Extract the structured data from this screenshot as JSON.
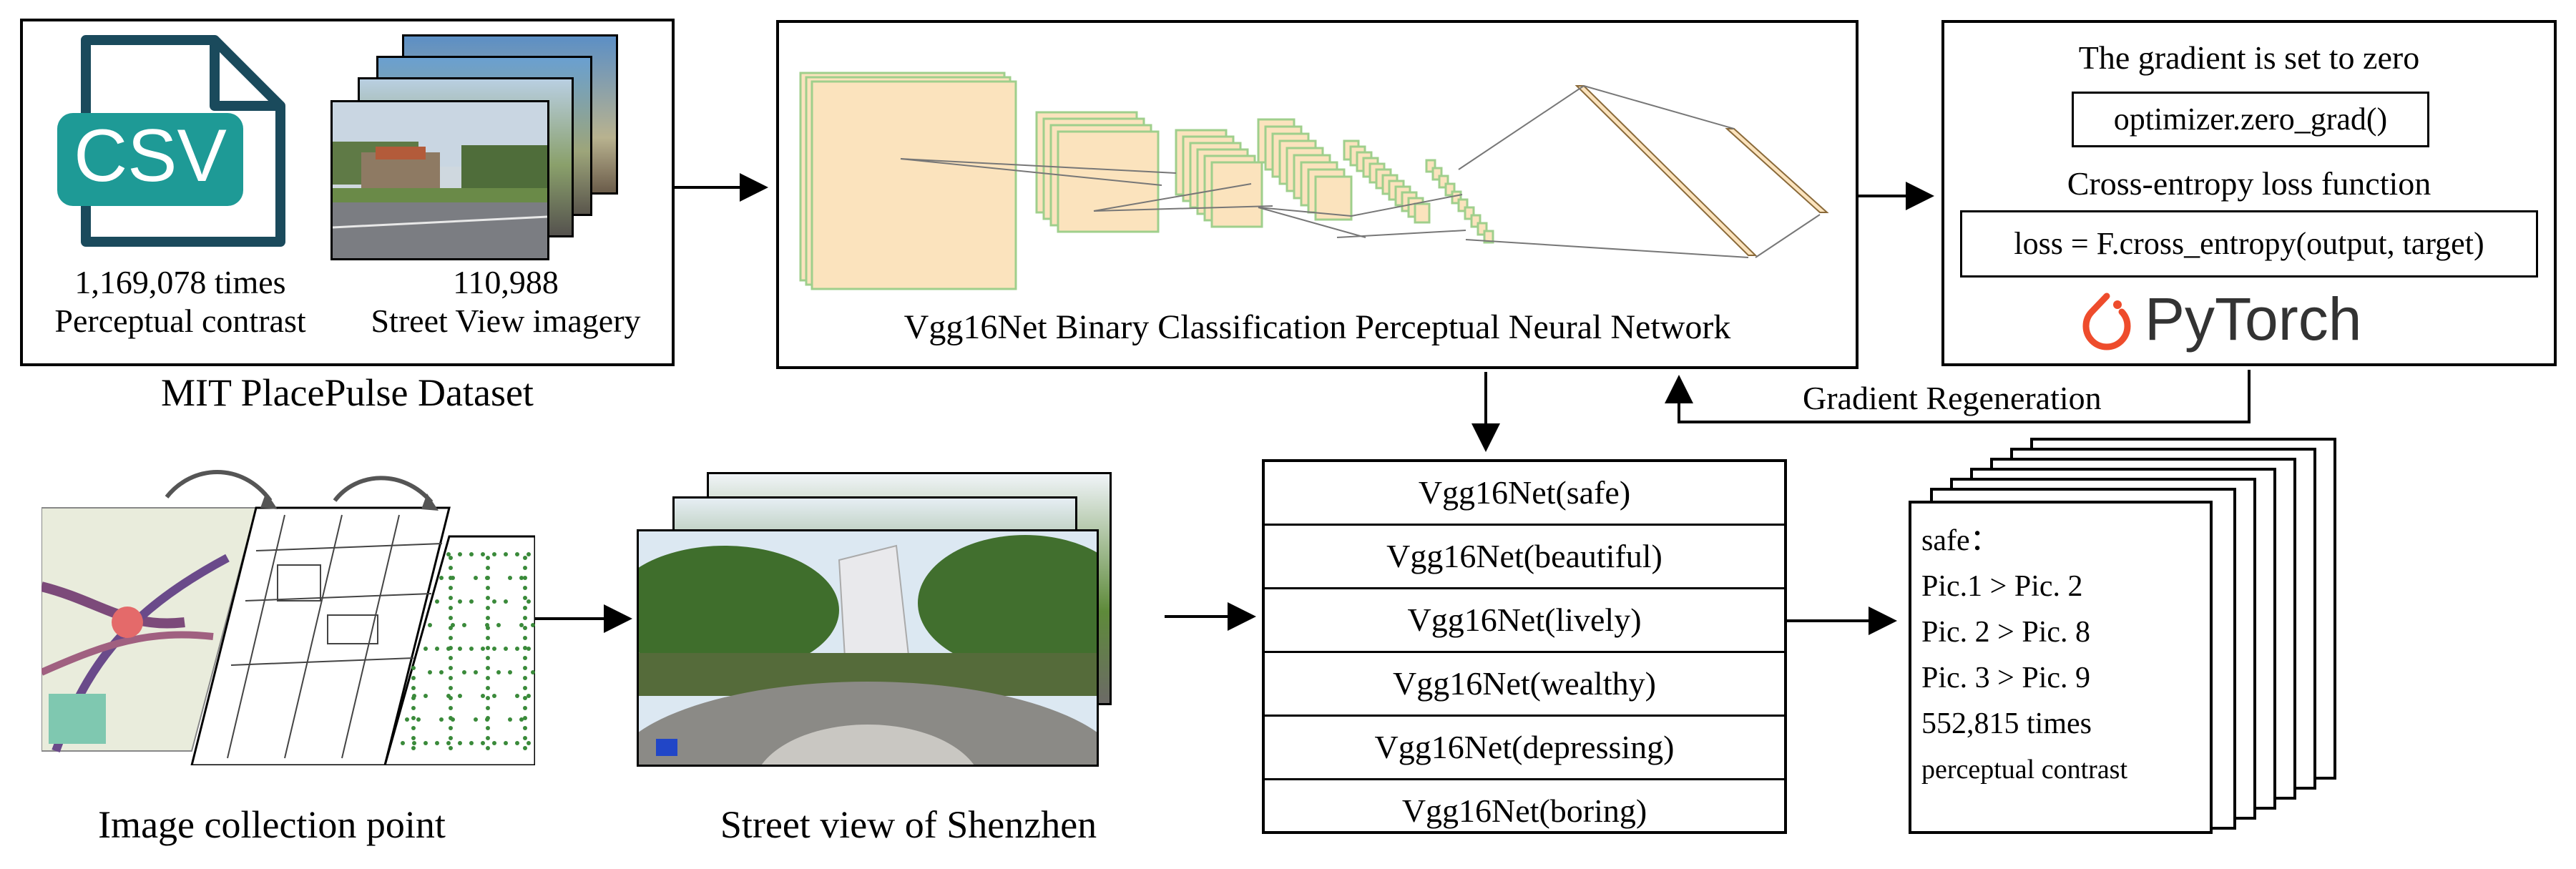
{
  "dataset": {
    "csv_icon_text": "CSV",
    "contrast_count": "1,169,078 times",
    "contrast_label": "Perceptual contrast",
    "imagery_count": "110,988",
    "imagery_label": "Street View imagery",
    "caption": "MIT PlacePulse Dataset"
  },
  "network": {
    "caption": "Vgg16Net Binary Classification Perceptual Neural Network"
  },
  "training": {
    "gradient_title": "The gradient is set to zero",
    "zero_grad_code": "optimizer.zero_grad()",
    "loss_title": "Cross-entropy loss function",
    "loss_code": "loss = F.cross_entropy(output, target)",
    "pytorch_label": "PyTorch",
    "feedback_label": "Gradient Regeneration"
  },
  "collection": {
    "caption": "Image collection point"
  },
  "streetview": {
    "caption": "Street view of Shenzhen"
  },
  "models": [
    {
      "label": "Vgg16Net(safe)"
    },
    {
      "label": "Vgg16Net(beautiful)"
    },
    {
      "label": "Vgg16Net(lively)"
    },
    {
      "label": "Vgg16Net(wealthy)"
    },
    {
      "label": "Vgg16Net(depressing)"
    },
    {
      "label": "Vgg16Net(boring)"
    }
  ],
  "results": {
    "line1": "safe：",
    "line2": "Pic.1 > Pic. 2",
    "line3": "Pic. 2 > Pic. 8",
    "line4": "Pic. 3 > Pic. 9",
    "line5": "552,815 times",
    "line6": "perceptual contrast"
  },
  "colors": {
    "csv_teal": "#1e9a96",
    "csv_dark": "#1a4a5c",
    "layer_fill": "#fbe3bd",
    "layer_edge": "#9fcf8c",
    "pytorch_orange": "#ee4c2c",
    "pytorch_text": "#333333",
    "dot_green": "#3a8a3a"
  }
}
